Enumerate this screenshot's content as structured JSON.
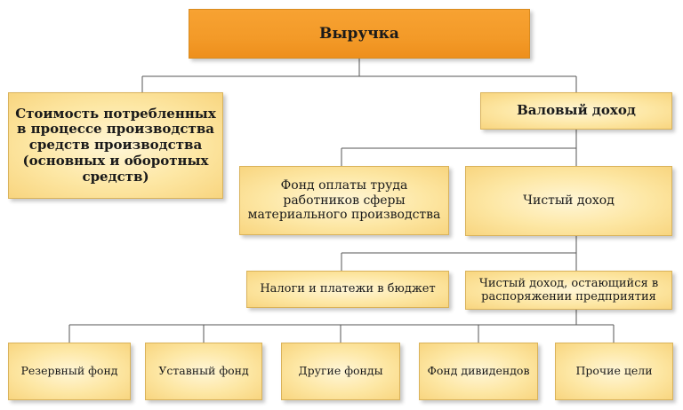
{
  "diagram": {
    "root": "Выручка",
    "consumed_means": "Стоимость потребленных в процессе производства средств производства (основных и оборотных средств)",
    "gross_income": "Валовый доход",
    "wage_fund": "Фонд оплаты труда работников сферы материального производства",
    "net_income": "Чистый доход",
    "taxes": "Налоги и платежи в бюджет",
    "retained_income": "Чистый доход, остающийся в распоряжении предприятия",
    "funds": {
      "reserve": "Резервный фонд",
      "charter": "Уставный фонд",
      "other_funds": "Другие фонды",
      "dividends": "Фонд дивидендов",
      "other_goals": "Прочие цели"
    }
  }
}
